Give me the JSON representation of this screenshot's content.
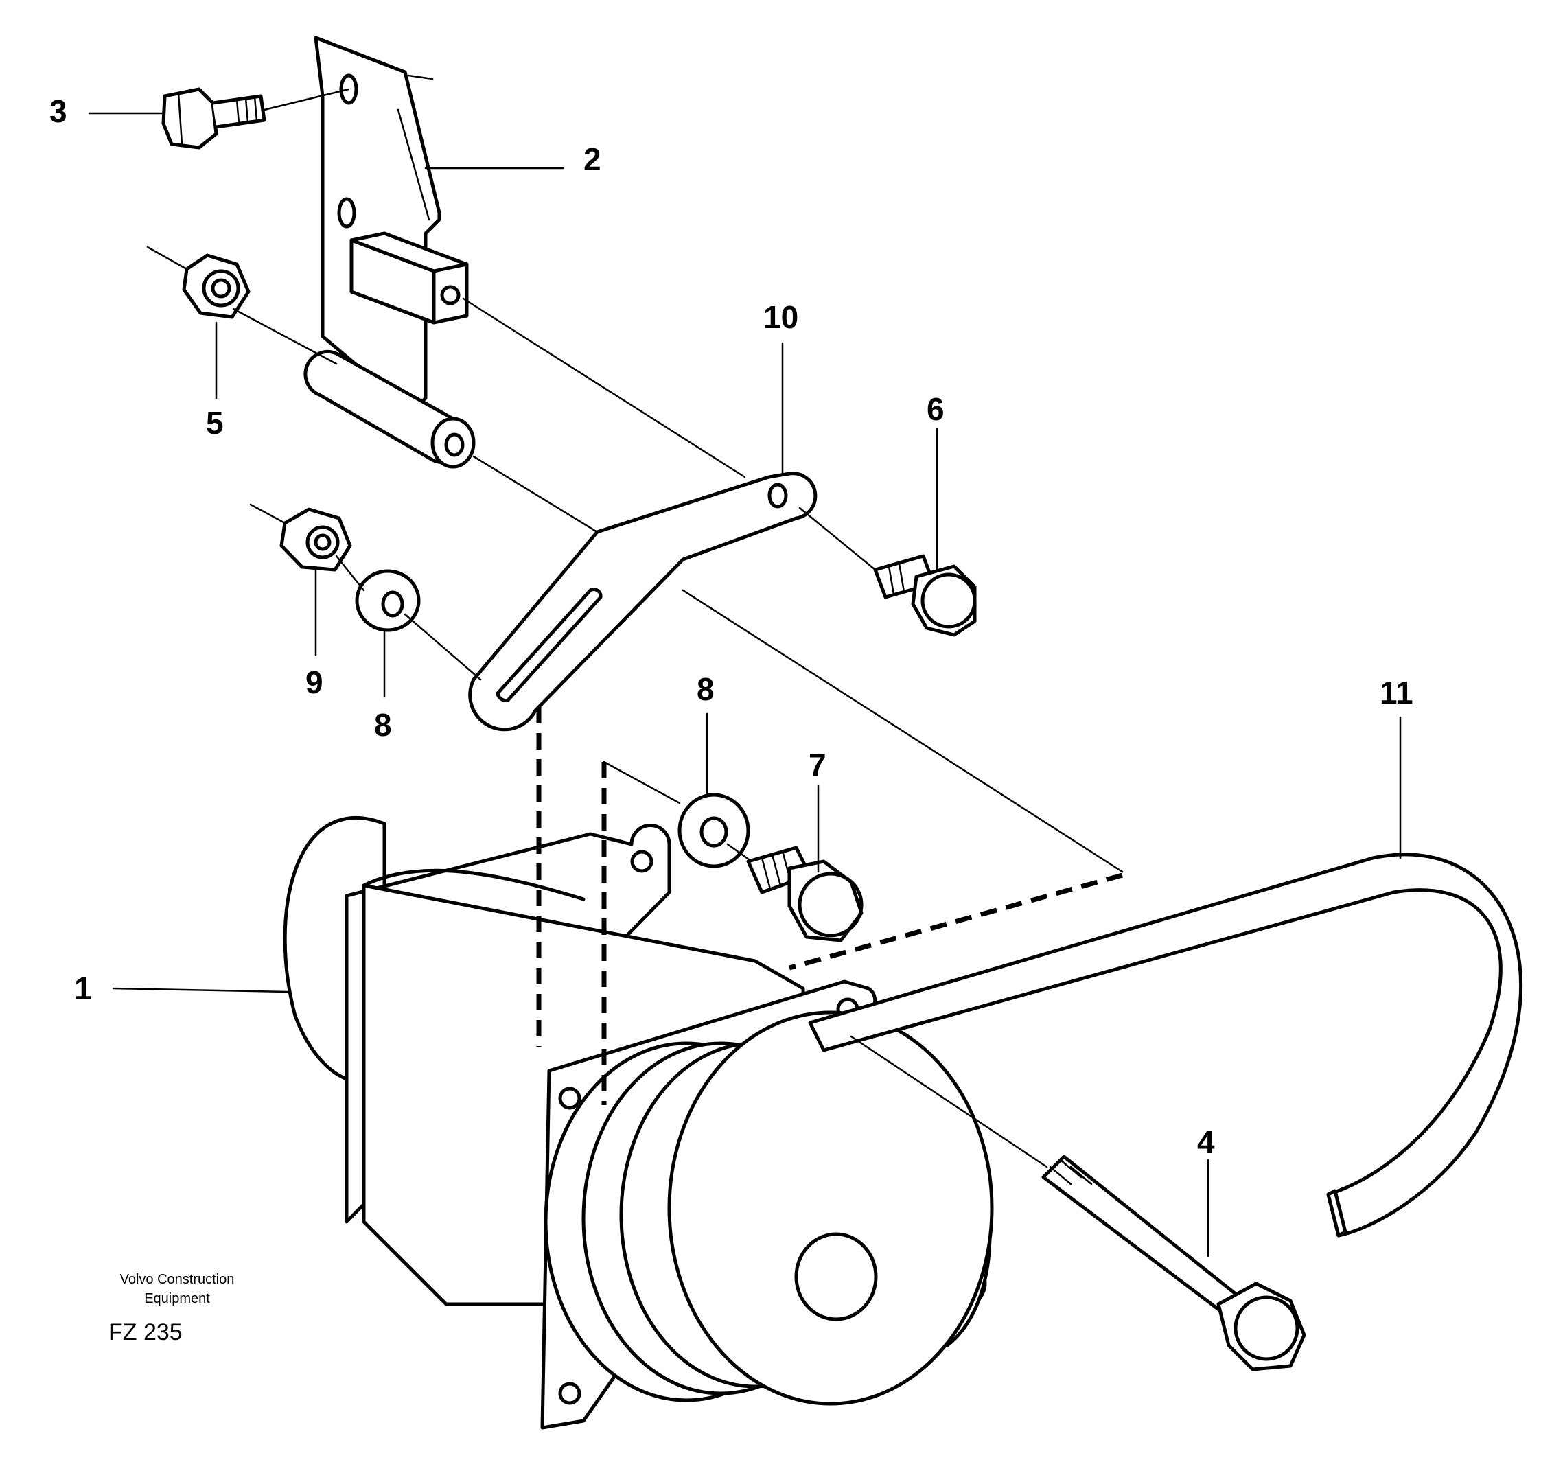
{
  "diagram": {
    "callouts": [
      {
        "id": "c1",
        "text": "1"
      },
      {
        "id": "c2",
        "text": "2"
      },
      {
        "id": "c3",
        "text": "3"
      },
      {
        "id": "c4",
        "text": "4"
      },
      {
        "id": "c5",
        "text": "5"
      },
      {
        "id": "c6",
        "text": "6"
      },
      {
        "id": "c7",
        "text": "7"
      },
      {
        "id": "c8a",
        "text": "8"
      },
      {
        "id": "c8b",
        "text": "8"
      },
      {
        "id": "c9",
        "text": "9"
      },
      {
        "id": "c10",
        "text": "10"
      },
      {
        "id": "c11",
        "text": "11"
      }
    ],
    "credit_line1": "Volvo Construction",
    "credit_line2": "Equipment",
    "figure_code": "FZ 235"
  }
}
